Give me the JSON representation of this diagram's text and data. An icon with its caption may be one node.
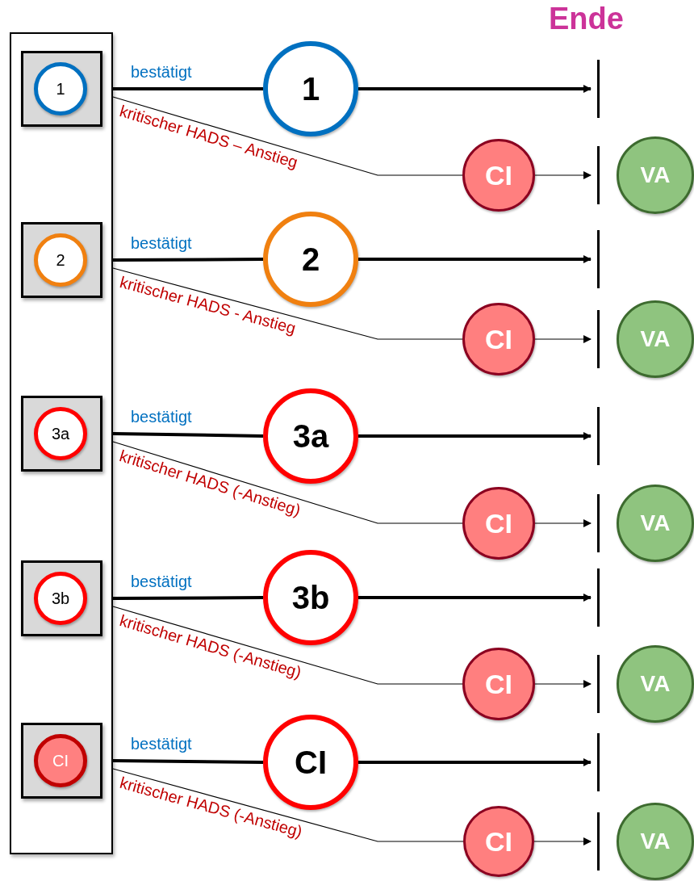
{
  "diagram": {
    "title": "Ende",
    "nodes": [
      {
        "text": [],
        "shape": "box"
      },
      {
        "text": [],
        "shape": "box",
        "in": 0
      },
      {
        "text": [
          "1"
        ],
        "in": 1
      },
      {
        "text": [
          "1"
        ]
      },
      {
        "text": [],
        "shape": "bar"
      },
      {
        "text": [
          "CI"
        ]
      },
      {
        "text": [],
        "shape": "bar"
      },
      {
        "text": [
          "VA"
        ]
      },
      {
        "text": [],
        "shape": "box",
        "in": 0
      },
      {
        "text": [
          "2"
        ],
        "in": 8
      },
      {
        "text": [
          "2"
        ]
      },
      {
        "text": [],
        "shape": "bar"
      },
      {
        "text": [
          "CI"
        ]
      },
      {
        "text": [],
        "shape": "bar"
      },
      {
        "text": [
          "VA"
        ]
      },
      {
        "text": [],
        "shape": "box",
        "in": 0
      },
      {
        "text": [
          "3a"
        ],
        "in": 15
      },
      {
        "text": [
          "3a"
        ]
      },
      {
        "text": [],
        "shape": "bar"
      },
      {
        "text": [
          "CI"
        ]
      },
      {
        "text": [],
        "shape": "bar"
      },
      {
        "text": [
          "VA"
        ]
      },
      {
        "text": [],
        "shape": "box",
        "in": 0
      },
      {
        "text": [
          "3b"
        ],
        "in": 22
      },
      {
        "text": [
          "3b"
        ]
      },
      {
        "text": [],
        "shape": "bar"
      },
      {
        "text": [
          "CI"
        ]
      },
      {
        "text": [],
        "shape": "bar"
      },
      {
        "text": [
          "VA"
        ]
      },
      {
        "text": [],
        "shape": "box",
        "in": 0
      },
      {
        "text": [
          "CI"
        ],
        "in": 29
      },
      {
        "text": [
          "CI"
        ]
      },
      {
        "text": [],
        "shape": "bar"
      },
      {
        "text": [
          "CI"
        ]
      },
      {
        "text": [],
        "shape": "bar"
      },
      {
        "text": [
          "VA"
        ]
      }
    ],
    "edges": [
      {
        "from": 1,
        "to": 3,
        "arrow": "none",
        "label": "bestätigt",
        "style": "thick"
      },
      {
        "from": 3,
        "to": 4,
        "arrow": "to",
        "style": "thick"
      },
      {
        "from": 1,
        "to": 5,
        "arrow": "none",
        "label": "kritischer HADS – Anstieg"
      },
      {
        "from": 5,
        "to": 6,
        "arrow": "to"
      },
      {
        "from": 8,
        "to": 10,
        "arrow": "none",
        "label": "bestätigt",
        "style": "thick"
      },
      {
        "from": 10,
        "to": 11,
        "arrow": "to",
        "style": "thick"
      },
      {
        "from": 8,
        "to": 12,
        "arrow": "none",
        "label": "kritischer HADS - Anstieg"
      },
      {
        "from": 12,
        "to": 13,
        "arrow": "to"
      },
      {
        "from": 15,
        "to": 17,
        "arrow": "none",
        "label": "bestätigt",
        "style": "thick"
      },
      {
        "from": 17,
        "to": 18,
        "arrow": "to",
        "style": "thick"
      },
      {
        "from": 15,
        "to": 19,
        "arrow": "none",
        "label": "kritischer HADS (-Anstieg)"
      },
      {
        "from": 19,
        "to": 20,
        "arrow": "to"
      },
      {
        "from": 22,
        "to": 24,
        "arrow": "none",
        "label": "bestätigt",
        "style": "thick"
      },
      {
        "from": 24,
        "to": 25,
        "arrow": "to",
        "style": "thick"
      },
      {
        "from": 22,
        "to": 26,
        "arrow": "none",
        "label": "kritischer HADS (-Anstieg)"
      },
      {
        "from": 26,
        "to": 27,
        "arrow": "to"
      },
      {
        "from": 29,
        "to": 31,
        "arrow": "none",
        "label": "bestätigt",
        "style": "thick"
      },
      {
        "from": 31,
        "to": 32,
        "arrow": "to",
        "style": "thick"
      },
      {
        "from": 29,
        "to": 33,
        "arrow": "none",
        "label": "kritischer HADS (-Anstieg)"
      },
      {
        "from": 33,
        "to": 34,
        "arrow": "to"
      }
    ]
  }
}
